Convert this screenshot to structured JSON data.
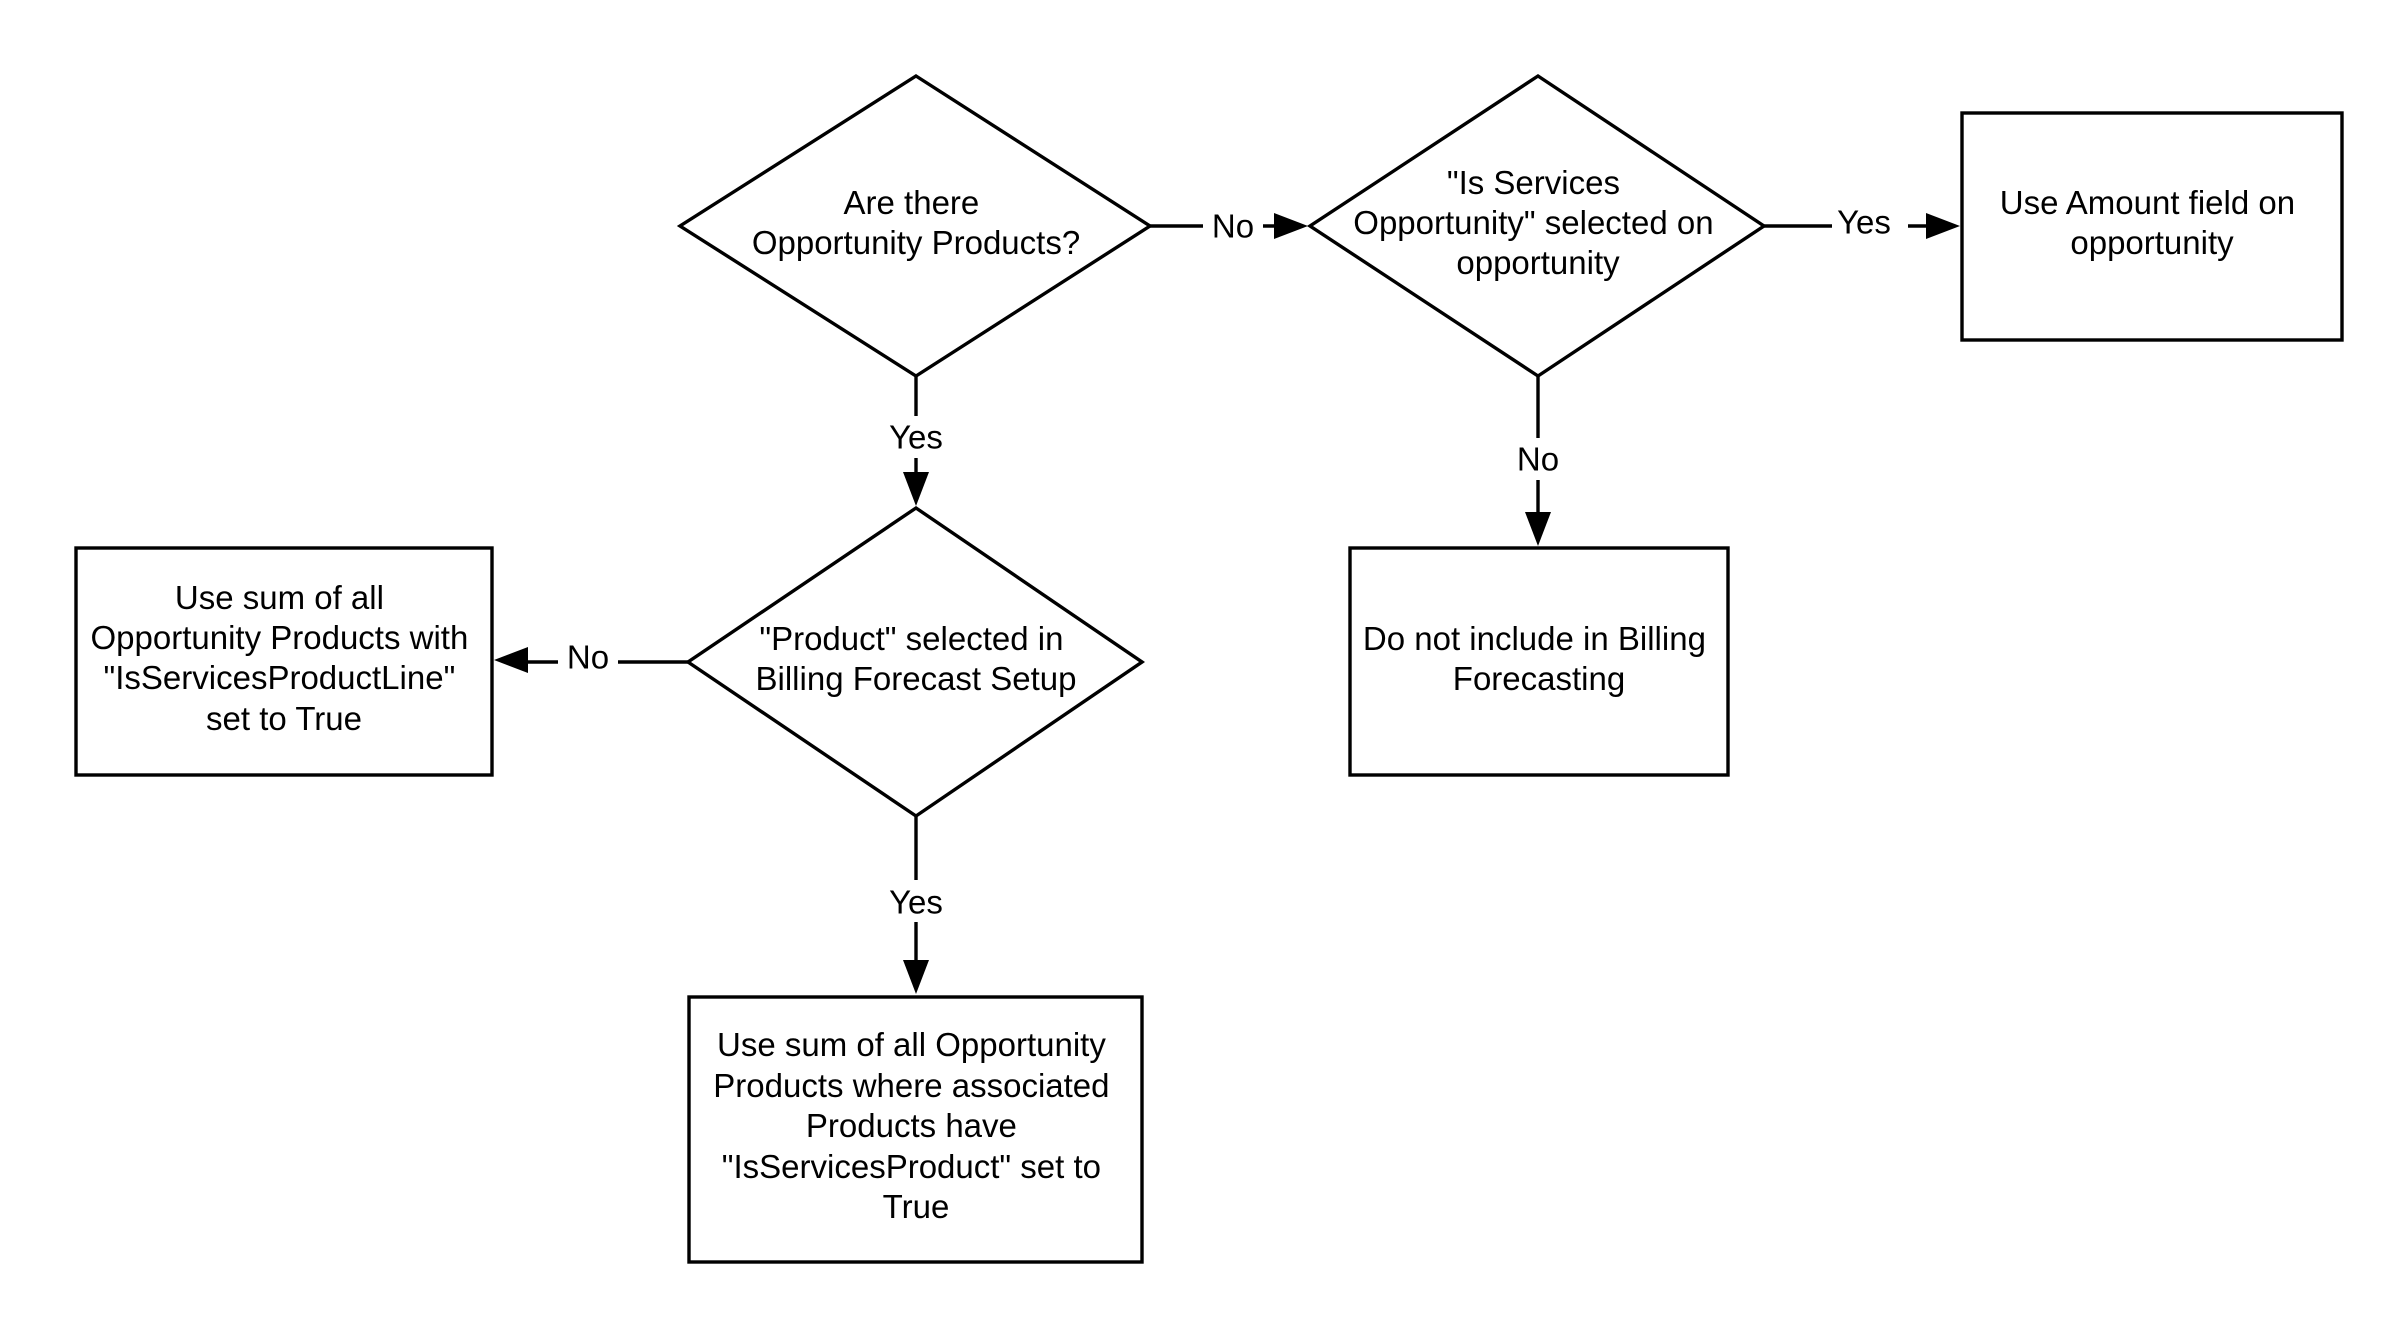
{
  "diagram": {
    "nodes": {
      "q_products": {
        "lines": [
          "Are there",
          "Opportunity Products?"
        ]
      },
      "q_services_opportunity": {
        "lines": [
          "\"Is Services",
          "Opportunity\" selected on",
          "opportunity"
        ]
      },
      "use_amount": {
        "lines": [
          "Use Amount field on",
          "opportunity"
        ]
      },
      "q_product_selected": {
        "lines": [
          "\"Product\" selected in",
          "Billing Forecast Setup"
        ]
      },
      "sum_product_line": {
        "lines": [
          "Use sum of all",
          "Opportunity Products with",
          "\"IsServicesProductLine\"",
          "set to True"
        ]
      },
      "do_not_include": {
        "lines": [
          "Do not include in Billing",
          "Forecasting"
        ]
      },
      "sum_services_product": {
        "lines": [
          "Use sum of all Opportunity",
          "Products where associated",
          "Products have",
          "\"IsServicesProduct\" set to",
          "True"
        ]
      }
    },
    "edges": {
      "products_no": "No",
      "products_yes": "Yes",
      "services_yes": "Yes",
      "services_no": "No",
      "product_selected_no": "No",
      "product_selected_yes": "Yes"
    }
  }
}
